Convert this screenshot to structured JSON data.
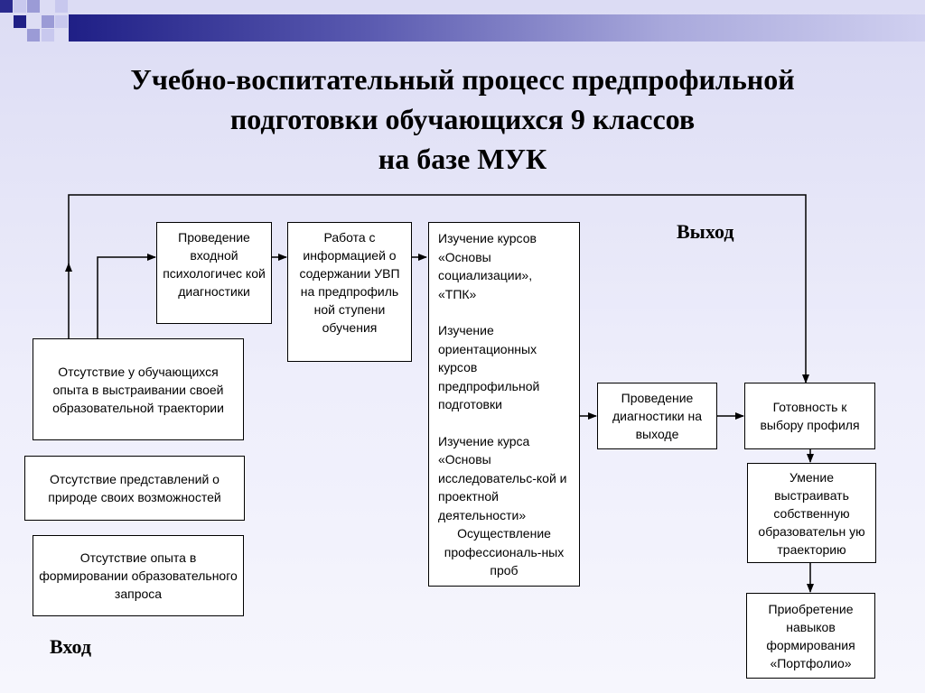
{
  "title": {
    "line1": "Учебно-воспитательный процесс предпрофильной",
    "line2": "подготовки обучающихся  9 классов",
    "line3": "на базе МУК"
  },
  "labels": {
    "exit": "Выход",
    "entry": "Вход"
  },
  "boxes": {
    "diag_in": "Проведение входной психологичес кой диагностики",
    "info": "Работа с информацией о содержании УВП на предпрофиль ной ступени обучения",
    "no_experience_trajectory": "Отсутствие у обучающихся опыта в выстраивании своей образовательной траектории",
    "no_ideas": "Отсутствие представлений о природе своих возможностей",
    "no_request": "Отсутствие опыта в формировании образовательного запроса",
    "diag_out": "Проведение диагностики на выходе",
    "ready": "Готовность к выбору профиля",
    "skill_trajectory": "Умение выстраивать собственную образовательн ую траекторию",
    "portfolio": "Приобретение навыков формирования «Портфолио»"
  },
  "courses": {
    "p1": "Изучение курсов «Основы социализации», «ТПК»",
    "p2": "Изучение ориентационных курсов предпрофильной подготовки",
    "p3": "Изучение курса «Основы исследовательс-кой и проектной деятельности»",
    "p4": "Осуществление профессиональ-ных проб"
  },
  "colors": {
    "deco_dark": "#1f1f86",
    "deco_mid": "#9b9bd6",
    "deco_light": "#c8c8ee",
    "line": "#000000"
  }
}
